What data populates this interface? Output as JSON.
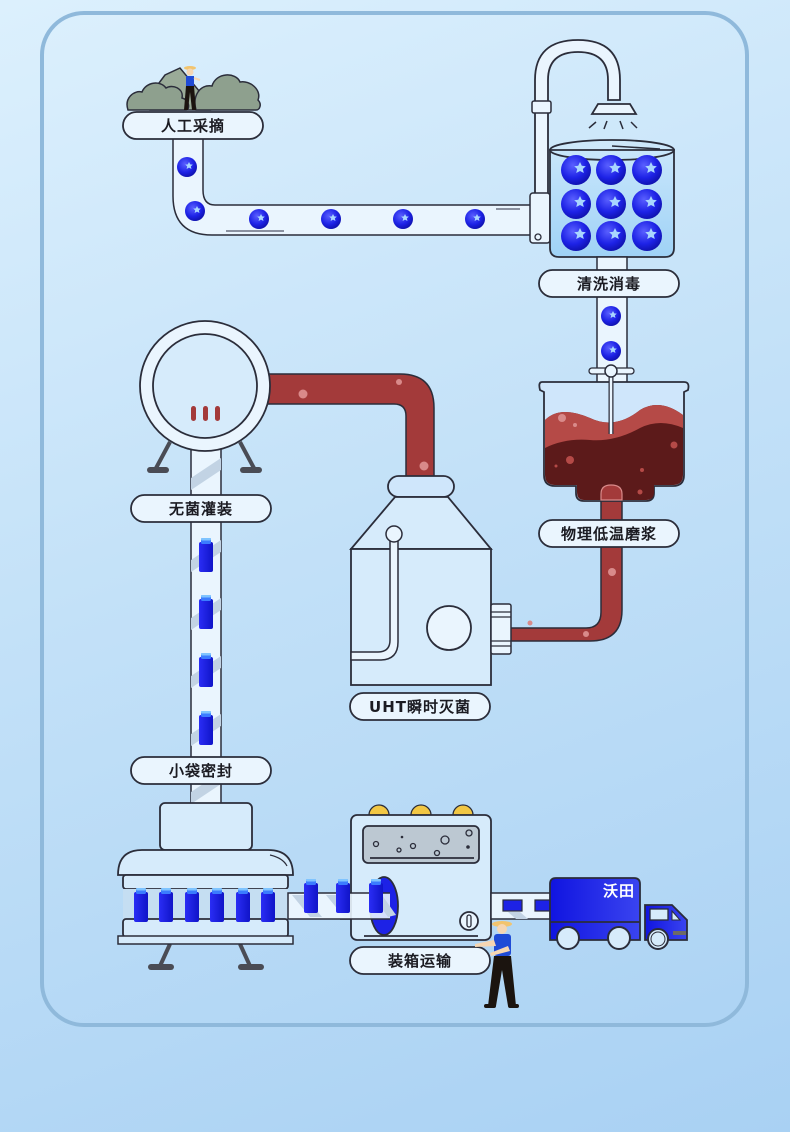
{
  "diagram": {
    "title": "Blueberry juice production process",
    "colors": {
      "background_top": "#dcf0fd",
      "background_bottom": "#a9d1f3",
      "frame_border": "#8fb9db",
      "outline": "#2b2d3a",
      "machine_fill": "#d6ebfb",
      "machine_light": "#eaf5fe",
      "blueberry": "#1d22e6",
      "bottle": "#1c1ff0",
      "juice_pipe": "#a33a3a",
      "juice_dark": "#5c1a1a",
      "juice_light": "#b54a47",
      "bush": "#8ea08e",
      "lamp_yellow": "#f2c744",
      "truck": "#1a1de8"
    },
    "steps": [
      {
        "id": "picking",
        "label": "人工采摘"
      },
      {
        "id": "washing",
        "label": "清洗消毒"
      },
      {
        "id": "grinding",
        "label": "物理低温磨浆"
      },
      {
        "id": "uht",
        "label": "UHT瞬时灭菌"
      },
      {
        "id": "filling",
        "label": "无菌灌装"
      },
      {
        "id": "sealing",
        "label": "小袋密封"
      },
      {
        "id": "packing",
        "label": "装箱运输"
      }
    ],
    "truck_brand": "沃田"
  }
}
